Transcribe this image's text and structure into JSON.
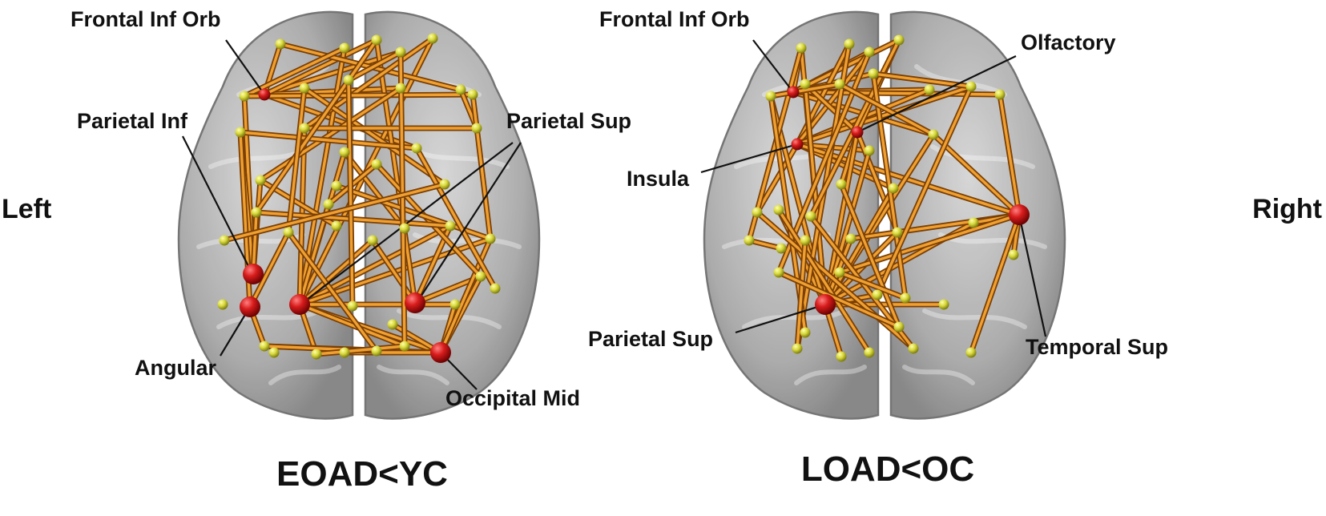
{
  "side_labels": {
    "left": "Left",
    "right": "Right"
  },
  "panels": [
    {
      "caption": "EOAD<YC",
      "regions": [
        "Frontal Inf Orb",
        "Parietal Inf",
        "Parietal Sup",
        "Angular",
        "Occipital Mid"
      ]
    },
    {
      "caption": "LOAD<OC",
      "regions": [
        "Frontal Inf Orb",
        "Olfactory",
        "Insula",
        "Parietal Sup",
        "Temporal Sup"
      ]
    }
  ],
  "colors": {
    "brain": "#9c9c9c",
    "edge": "#e88f20",
    "hub_node": "#c81414",
    "other_node": "#d6d63a"
  }
}
